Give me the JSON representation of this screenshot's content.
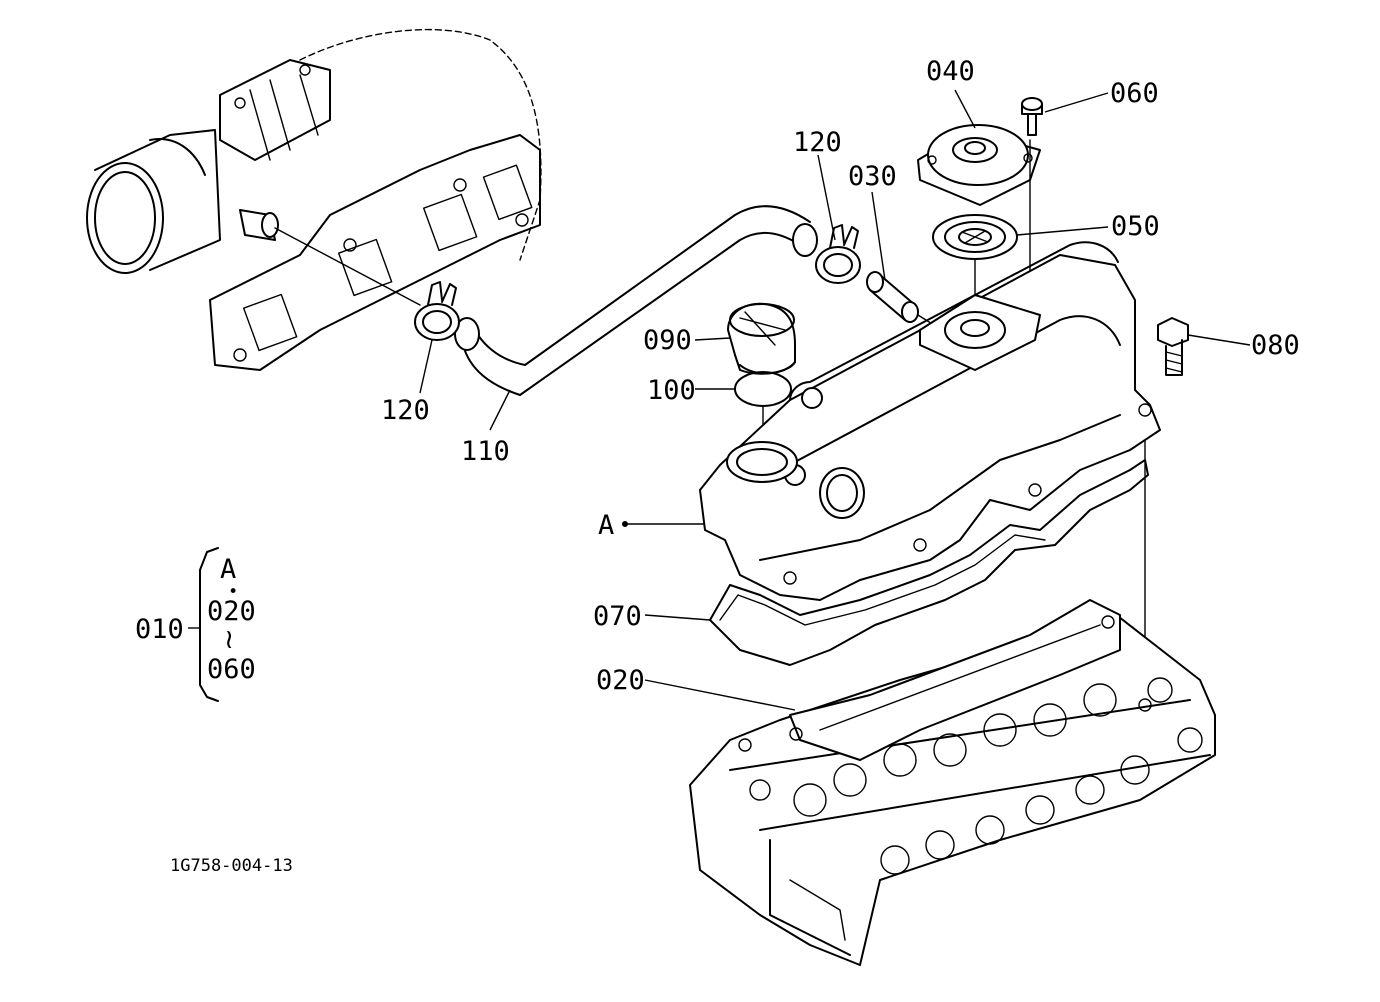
{
  "diagram": {
    "figure_code": "1G758-004-13",
    "callouts": {
      "c040": "040",
      "c060": "060",
      "c120_top": "120",
      "c030": "030",
      "c050": "050",
      "c080": "080",
      "c090": "090",
      "c100": "100",
      "c120_left": "120",
      "c110": "110",
      "cA": "A",
      "c070": "070",
      "c020": "020"
    },
    "assembly_legend": {
      "assembly_no": "010",
      "includes_ref": "A",
      "dot": "•",
      "range_start": "020",
      "range_sep": "≀",
      "range_end": "060"
    }
  }
}
